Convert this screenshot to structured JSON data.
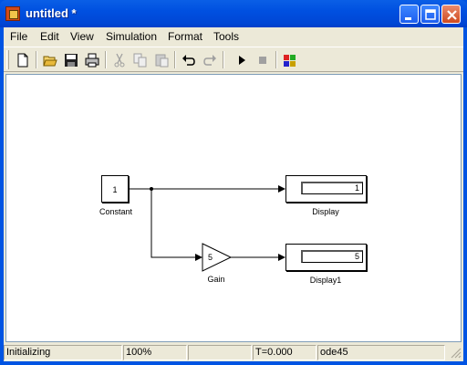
{
  "window": {
    "title": "untitled *",
    "controls": [
      "minimize",
      "maximize",
      "close"
    ]
  },
  "menu": [
    {
      "label": "File"
    },
    {
      "label": "Edit"
    },
    {
      "label": "View"
    },
    {
      "label": "Simulation"
    },
    {
      "label": "Format"
    },
    {
      "label": "Tools"
    }
  ],
  "toolbar": {
    "icons": [
      "new-icon",
      "open-icon",
      "save-icon",
      "print-icon",
      "cut-icon",
      "copy-icon",
      "paste-icon",
      "undo-icon",
      "redo-icon",
      "start-simulation-icon",
      "stop-simulation-icon",
      "library-browser-icon"
    ]
  },
  "diagram": {
    "constant": {
      "value": "1",
      "label": "Constant"
    },
    "gain": {
      "value": "5",
      "label": "Gain"
    },
    "display": {
      "value": "1",
      "label": "Display"
    },
    "display1": {
      "value": "5",
      "label": "Display1"
    }
  },
  "status": {
    "message": "Initializing",
    "zoom": "100%",
    "blank": "",
    "time": "T=0.000",
    "solver": "ode45"
  },
  "colors": {
    "titlebar": "#0054e3",
    "chrome": "#ece9d8",
    "canvas": "#ffffff"
  }
}
